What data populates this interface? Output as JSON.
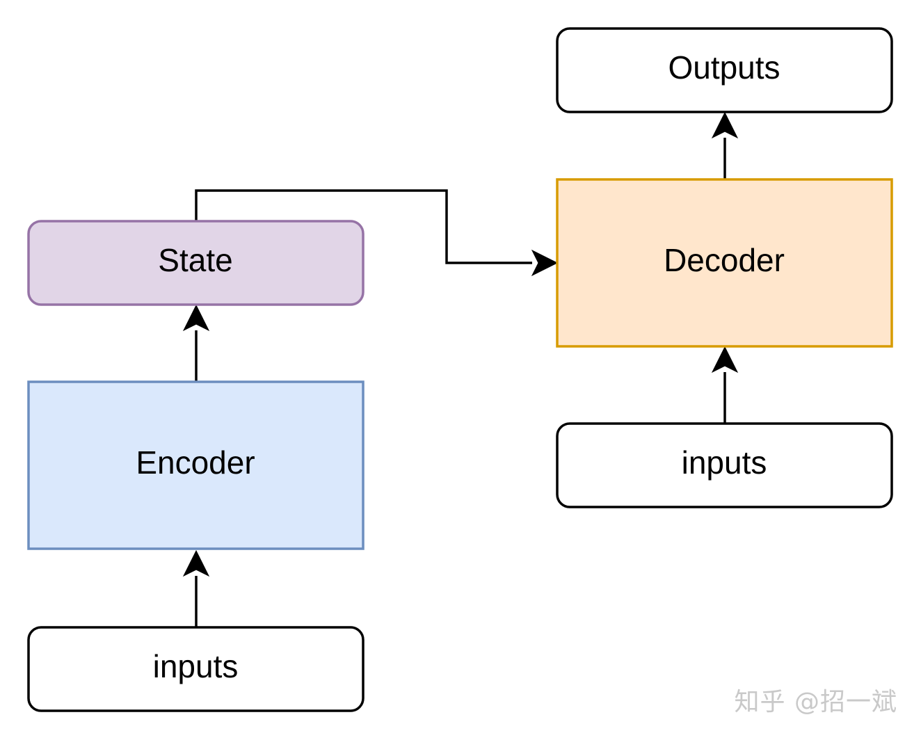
{
  "diagram": {
    "nodes": {
      "encoder_inputs": {
        "label": "inputs",
        "fill": "#ffffff",
        "stroke": "#000000"
      },
      "encoder": {
        "label": "Encoder",
        "fill": "#dae8fc",
        "stroke": "#6c8ebf"
      },
      "state": {
        "label": "State",
        "fill": "#e1d5e7",
        "stroke": "#9673a6"
      },
      "decoder": {
        "label": "Decoder",
        "fill": "#ffe6cc",
        "stroke": "#d79b00"
      },
      "decoder_inputs": {
        "label": "inputs",
        "fill": "#ffffff",
        "stroke": "#000000"
      },
      "outputs": {
        "label": "Outputs",
        "fill": "#ffffff",
        "stroke": "#000000"
      }
    },
    "edges": [
      {
        "from": "encoder_inputs",
        "to": "encoder"
      },
      {
        "from": "encoder",
        "to": "state"
      },
      {
        "from": "state",
        "to": "decoder"
      },
      {
        "from": "decoder_inputs",
        "to": "decoder"
      },
      {
        "from": "decoder",
        "to": "outputs"
      }
    ]
  },
  "watermark": "知乎 @招一斌"
}
